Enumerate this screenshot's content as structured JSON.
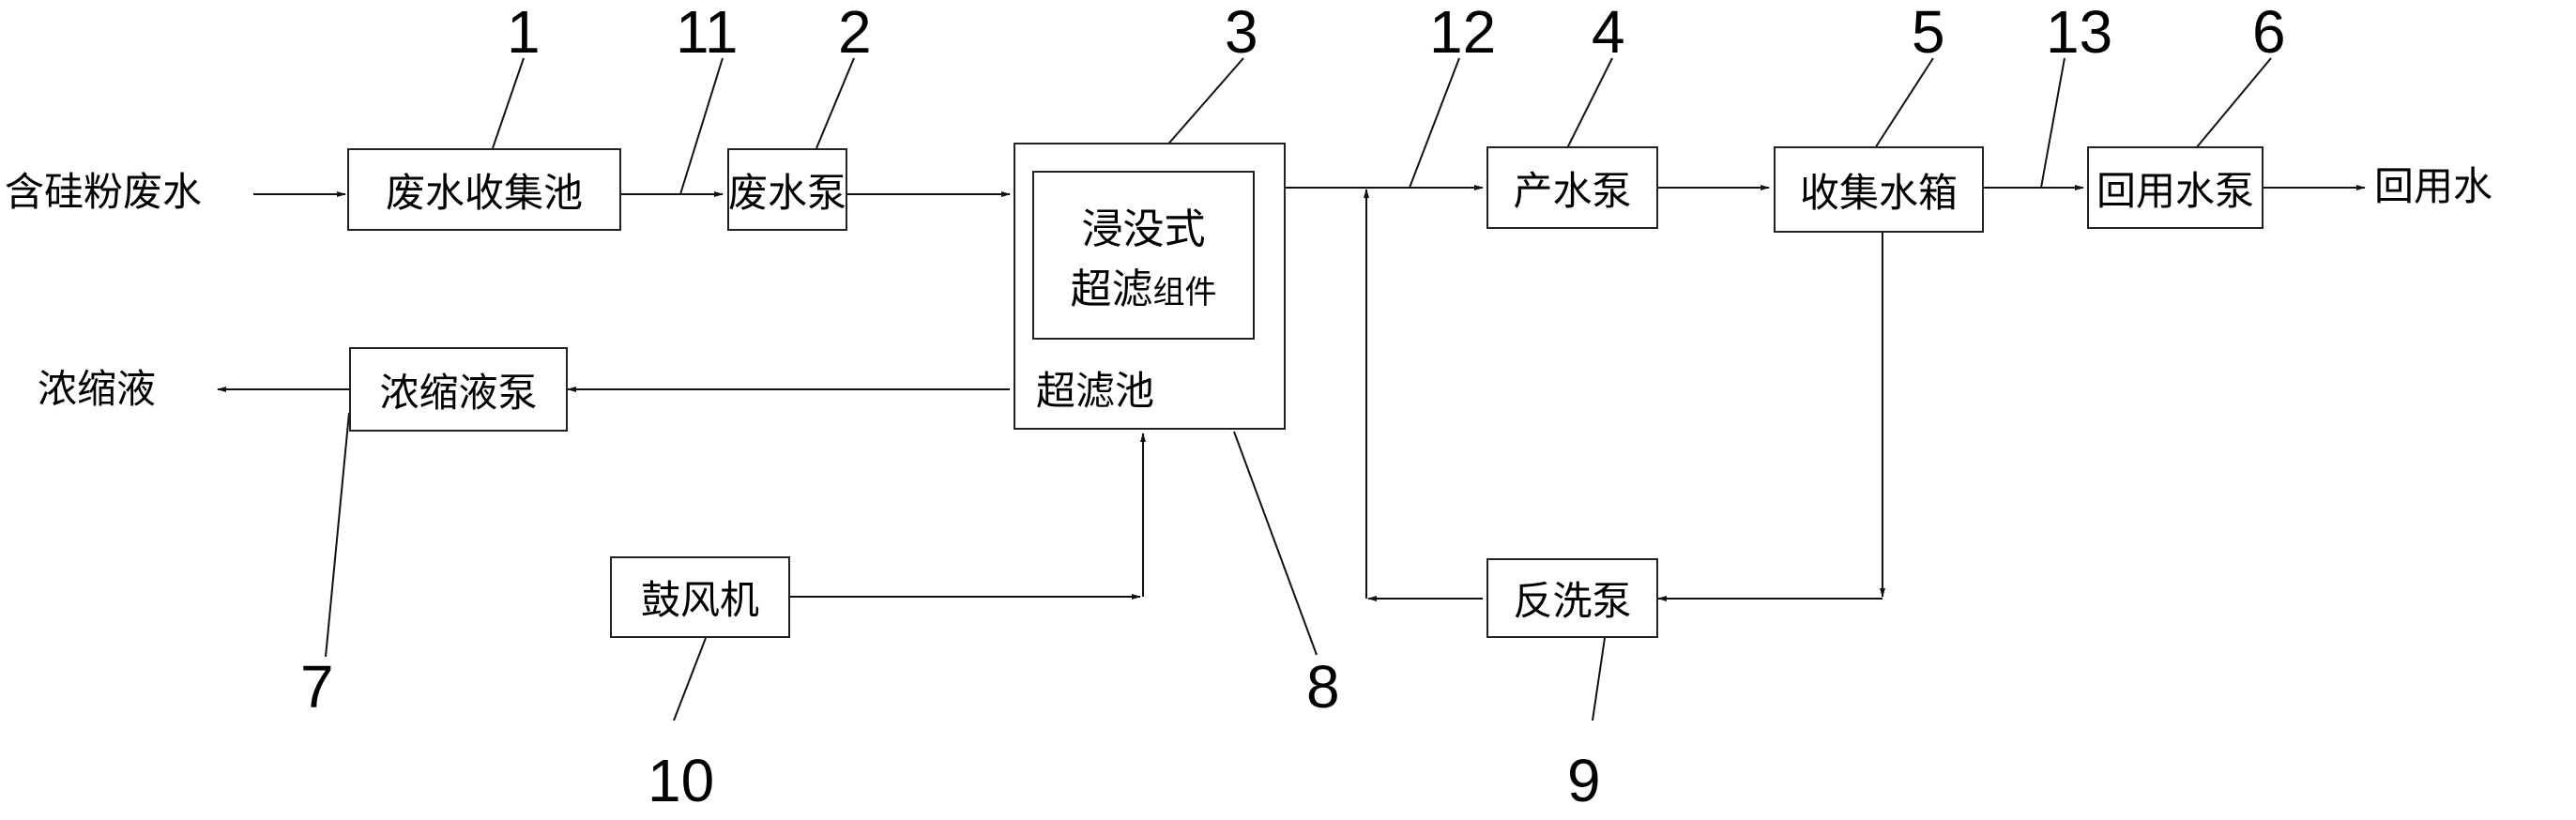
{
  "inputs": {
    "feed": "含硅粉废水",
    "output_reuse": "回用水",
    "output_concentrate": "浓缩液"
  },
  "boxes": {
    "collection_tank": "废水收集池",
    "wastewater_pump": "废水泵",
    "uf_module_line1": "浸没式",
    "uf_module_line2a": "超滤",
    "uf_module_line2b": "组件",
    "uf_tank": "超滤池",
    "product_pump": "产水泵",
    "collection_box": "收集水箱",
    "reuse_pump": "回用水泵",
    "concentrate_pump": "浓缩液泵",
    "blower": "鼓风机",
    "backwash_pump": "反洗泵"
  },
  "labels": {
    "n1": "1",
    "n2": "2",
    "n3": "3",
    "n4": "4",
    "n5": "5",
    "n6": "6",
    "n7": "7",
    "n8": "8",
    "n9": "9",
    "n10": "10",
    "n11": "11",
    "n12": "12",
    "n13": "13"
  }
}
